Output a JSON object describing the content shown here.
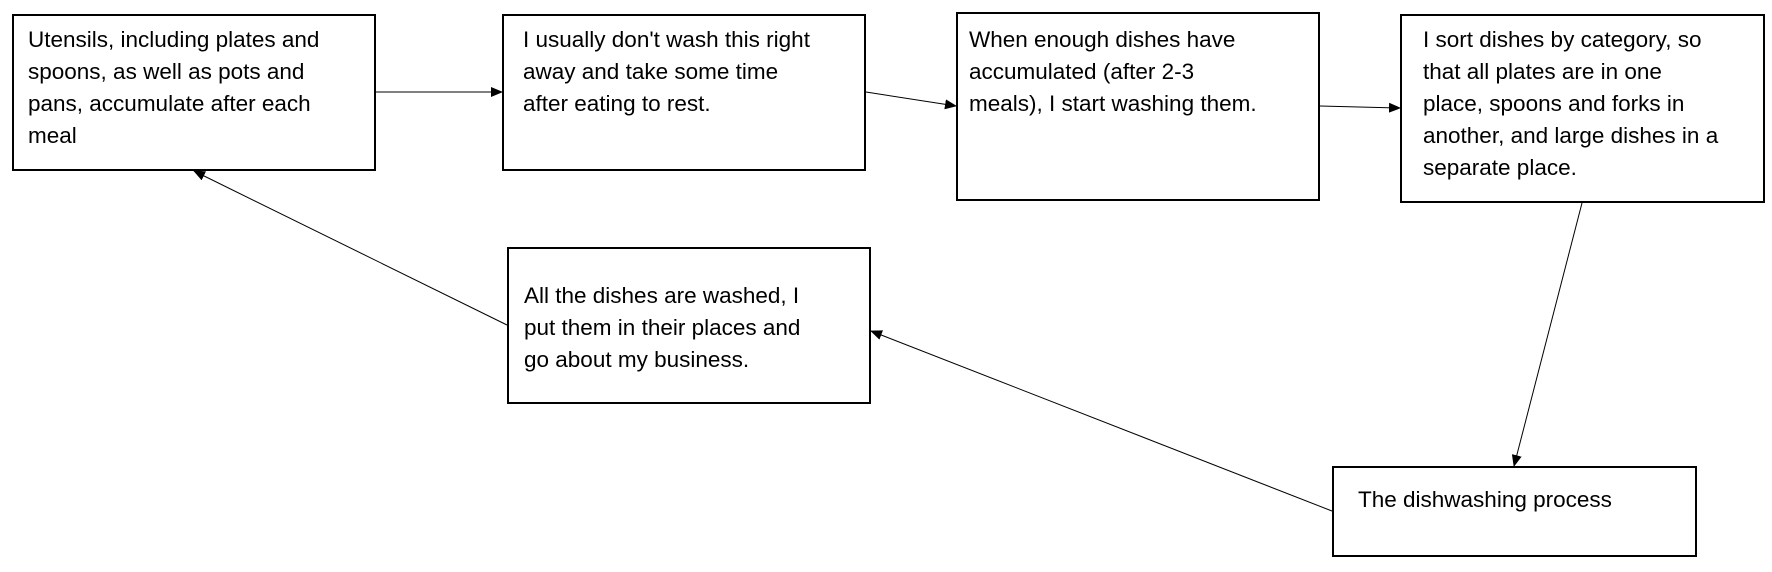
{
  "diagram": {
    "nodes": [
      {
        "id": "n1",
        "text": "Utensils, including plates and\nspoons, as well as pots and\npans, accumulate after each\nmeal"
      },
      {
        "id": "n2",
        "text": "I usually don't wash this right\naway and take some time\nafter eating to rest."
      },
      {
        "id": "n3",
        "text": "When enough dishes have\naccumulated (after 2-3\nmeals), I start washing them."
      },
      {
        "id": "n4",
        "text": "I sort dishes by category, so\nthat all plates are in one\nplace, spoons and forks in\nanother, and large dishes in a\nseparate place."
      },
      {
        "id": "n5",
        "text": "The dishwashing process"
      },
      {
        "id": "n6",
        "text": "All the dishes are washed, I\nput them in their places and\ngo about my business."
      }
    ],
    "edges": [
      {
        "from": "n1",
        "to": "n2"
      },
      {
        "from": "n2",
        "to": "n3"
      },
      {
        "from": "n3",
        "to": "n4"
      },
      {
        "from": "n4",
        "to": "n5"
      },
      {
        "from": "n5",
        "to": "n6"
      },
      {
        "from": "n6",
        "to": "n1"
      }
    ],
    "line_color": "#000000",
    "box_border_color": "#000000",
    "background_color": "#ffffff"
  }
}
